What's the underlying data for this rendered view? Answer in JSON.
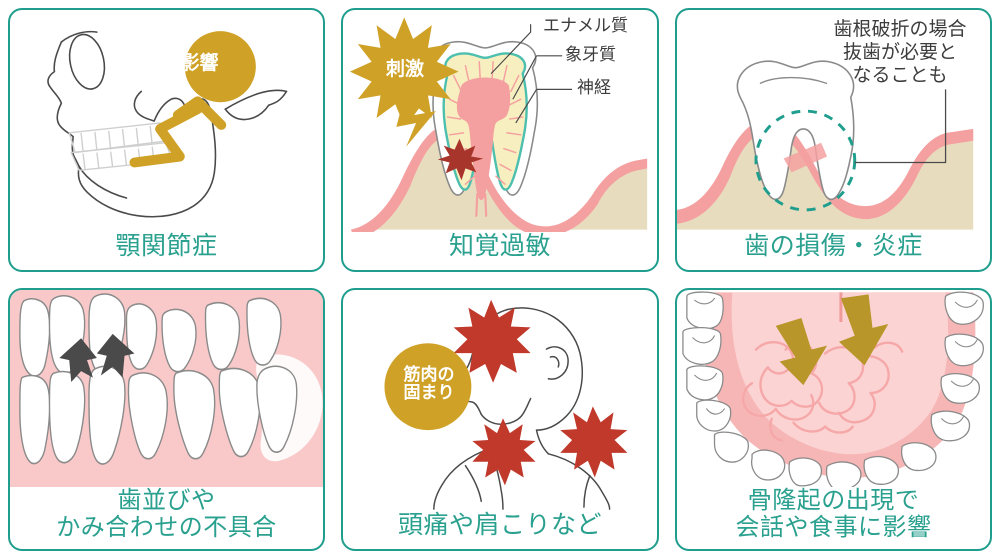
{
  "theme": {
    "border_color": "#1f9e8e",
    "caption_color": "#2aa08f",
    "gold": "#cfa227",
    "red": "#c0392b",
    "pink_gum": "#f4a0a0",
    "pink_bg": "#f9c9c9",
    "bone_tan": "#e8dcbe",
    "dentin_cream": "#f7efc0",
    "pulp_pink": "#f4a0a0",
    "outline_gray": "#6f6f6f",
    "text_dark": "#3c3c3c"
  },
  "panels": [
    {
      "id": "tmj",
      "caption": "顎関節症",
      "caption_lines": [
        "顎関節症"
      ],
      "badge": {
        "label": "影響",
        "shape": "circle",
        "color": "#cfa227"
      },
      "art_name": "skull-jaw-profile-illustration",
      "markers": [
        "gold-zigzag-arrow"
      ]
    },
    {
      "id": "hypersensitivity",
      "caption": "知覚過敏",
      "caption_lines": [
        "知覚過敏"
      ],
      "badge": {
        "label": "刺激",
        "shape": "starburst",
        "color": "#cfa227"
      },
      "art_name": "tooth-cross-section-illustration",
      "labels": [
        "エナメル質",
        "象牙質",
        "神経"
      ],
      "markers": [
        "gold-lightning-bolt",
        "red-pain-starburst"
      ]
    },
    {
      "id": "tooth-damage",
      "caption": "歯の損傷・炎症",
      "caption_lines": [
        "歯の損傷・炎症"
      ],
      "note_lines": [
        "歯根破折の場合",
        "抜歯が必要と",
        "なることも"
      ],
      "art_name": "tooth-root-fracture-illustration",
      "markers": [
        "dashed-teal-circle",
        "leader-line"
      ]
    },
    {
      "id": "malocclusion",
      "caption": "歯並びやかみ合わせの不具合",
      "caption_lines": [
        "歯並びや",
        "かみ合わせの不具合"
      ],
      "art_name": "misaligned-teeth-illustration",
      "markers": [
        "dark-chevron-arrows"
      ]
    },
    {
      "id": "headache-shoulder",
      "caption": "頭痛や肩こりなど",
      "caption_lines": [
        "頭痛や肩こりなど"
      ],
      "badge": {
        "label_lines": [
          "筋肉の",
          "固まり"
        ],
        "shape": "circle",
        "color": "#cfa227"
      },
      "art_name": "head-and-shoulders-pain-illustration",
      "markers": [
        "red-pain-starburst-head",
        "red-pain-starburst-neck",
        "red-pain-starburst-shoulder"
      ]
    },
    {
      "id": "bone-torus",
      "caption": "骨隆起の出現で会話や食事に影響",
      "caption_lines": [
        "骨隆起の出現で",
        "会話や食事に影響"
      ],
      "art_name": "lower-dental-arch-torus-illustration",
      "markers": [
        "gold-arrow-left",
        "gold-arrow-right"
      ]
    }
  ]
}
